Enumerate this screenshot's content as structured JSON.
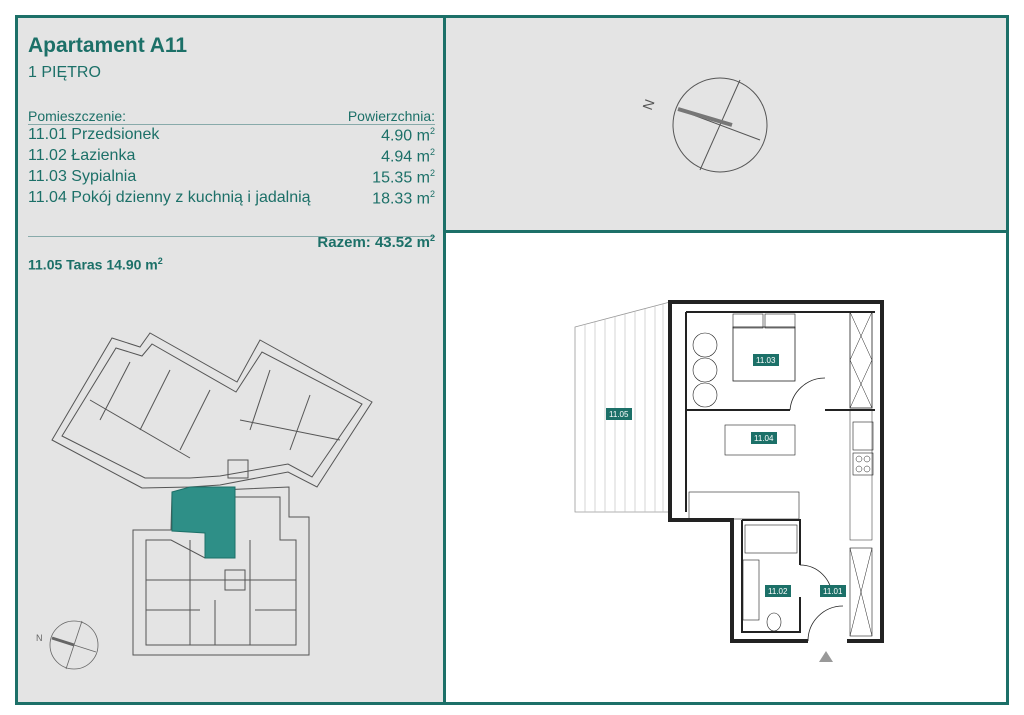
{
  "apartment": {
    "title": "Apartament A11",
    "floor": "1 PIĘTRO"
  },
  "table": {
    "header_room": "Pomieszczenie:",
    "header_area": "Powierzchnia:",
    "rooms": [
      {
        "name": "11.01 Przedsionek",
        "area": "4.90 m",
        "unit_sup": "2"
      },
      {
        "name": "11.02 Łazienka",
        "area": "4.94 m",
        "unit_sup": "2"
      },
      {
        "name": "11.03 Sypialnia",
        "area": "15.35 m",
        "unit_sup": "2"
      },
      {
        "name": "11.04 Pokój dzienny z kuchnią i jadalnią",
        "area": "18.33 m",
        "unit_sup": "2"
      }
    ],
    "total": "Razem: 43.52 m",
    "total_sup": "2",
    "terrace": "11.05 Taras 14.90 m",
    "terrace_sup": "2"
  },
  "plan_labels": {
    "r1": "11.01",
    "r2": "11.02",
    "r3": "11.03",
    "r4": "11.04",
    "r5": "11.05"
  },
  "compass_label": "N",
  "colors": {
    "accent": "#1c7068",
    "highlight": "#2e8f87",
    "panel": "#e4e4e4"
  }
}
